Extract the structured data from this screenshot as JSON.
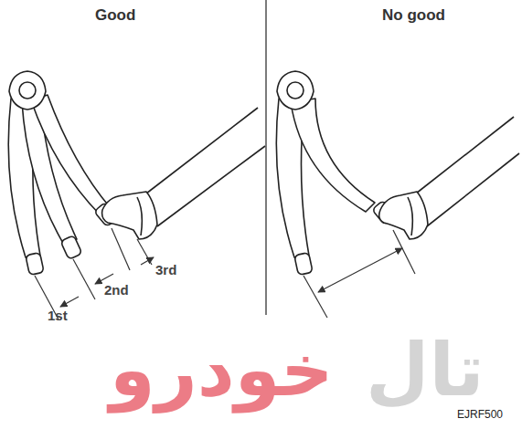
{
  "diagram": {
    "labels": [
      "Good",
      "No good",
      "1st",
      "2nd",
      "3rd",
      "خودرو",
      "تال",
      "EJRF500"
    ]
  }
}
